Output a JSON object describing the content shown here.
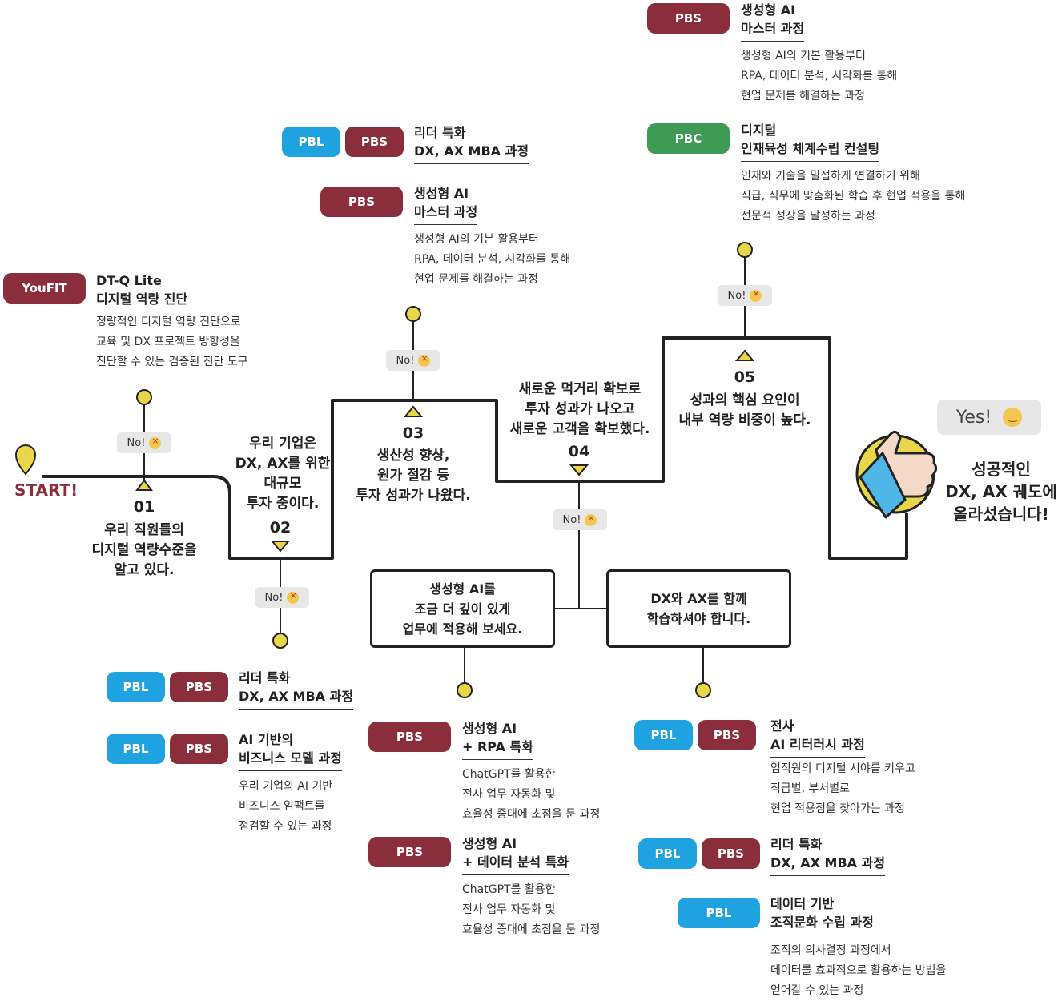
{
  "start_label": "START!",
  "no_label": "No!",
  "yes_label": "Yes!",
  "steps": [
    {
      "num": "01",
      "text": "우리 직원들의\n디지털 역량수준을\n알고 있다."
    },
    {
      "num": "02",
      "text": "우리 기업은\nDX, AX를 위한\n대규모\n투자 중이다."
    },
    {
      "num": "03",
      "text": "생산성 향상,\n원가 절감 등\n투자 성과가 나왔다."
    },
    {
      "num": "04",
      "text": "새로운 먹거리 확보로\n투자 성과가 나오고\n새로운 고객을 확보했다."
    },
    {
      "num": "05",
      "text": "성과의 핵심 요인이\n내부 역량 비중이 높다."
    }
  ],
  "success": "성공적인\nDX, AX 궤도에\n올라섰습니다!",
  "advice": {
    "left": "생성형 AI를\n조금 더 깊이 있게\n업무에 적용해 보세요.",
    "right": "DX와 AX를 함께\n학습하셔야 합니다."
  },
  "badges": {
    "pbl": "PBL",
    "pbs": "PBS",
    "pbc": "PBC",
    "youfit": "YouFIT"
  },
  "programs": {
    "youfit_dtq": {
      "title": "DT-Q Lite\n디지털 역량 진단",
      "desc": "정량적인 디지털 역량 진단으로\n교육 및 DX 프로젝트 방향성을\n진단할 수 있는 검증된 진단 도구"
    },
    "leader_mba_top": {
      "title": "리더 특화\nDX, AX MBA 과정"
    },
    "genai_master_mid": {
      "title": "생성형 AI\n마스터 과정",
      "desc": "생성형 AI의 기본 활용부터\nRPA, 데이터 분석, 시각화를 통해\n현업 문제를 해결하는 과정"
    },
    "genai_master_top": {
      "title": "생성형 AI\n마스터 과정",
      "desc": "생성형 AI의 기본 활용부터\nRPA, 데이터 분석, 시각화를 통해\n현업 문제를 해결하는 과정"
    },
    "talent_consulting": {
      "title": "디지털\n인재육성 체계수립 컨설팅",
      "desc": "인재와 기술을 밀접하게 연결하기 위해\n직급, 직무에 맞춤화된 학습 후 현업 적용을 통해\n전문적 성장을 달성하는 과정"
    },
    "leader_mba_bottom": {
      "title": "리더 특화\nDX, AX MBA 과정"
    },
    "ai_business_model": {
      "title": "AI 기반의\n비즈니스 모델 과정",
      "desc": "우리 기업의 AI 기반\n비즈니스 임팩트를\n점검할 수 있는 과정"
    },
    "genai_rpa": {
      "title": "생성형 AI\n+ RPA 특화",
      "desc": "ChatGPT를 활용한\n전사 업무 자동화 및\n효율성 증대에 초점을 둔 과정"
    },
    "genai_data": {
      "title": "생성형 AI\n+ 데이터 분석 특화",
      "desc": "ChatGPT를 활용한\n전사 업무 자동화 및\n효율성 증대에 초점을 둔 과정"
    },
    "ai_literacy": {
      "title": "전사\nAI 리터러시 과정",
      "desc": "임직원의 디지털 시야를 키우고\n직급별, 부서별로\n현업 적용점을 찾아가는 과정"
    },
    "leader_mba_right": {
      "title": "리더 특화\nDX, AX MBA 과정"
    },
    "data_culture": {
      "title": "데이터 기반\n조직문화 수립 과정",
      "desc": "조직의 의사결정 과정에서\n데이터를 효과적으로 활용하는 방법을\n얻어갈 수 있는 과정"
    }
  },
  "colors": {
    "pbl": "#1fa3e0",
    "pbs": "#8b2e3c",
    "pbc": "#3f9a55",
    "node": "#e9d64a",
    "line": "#222222"
  }
}
